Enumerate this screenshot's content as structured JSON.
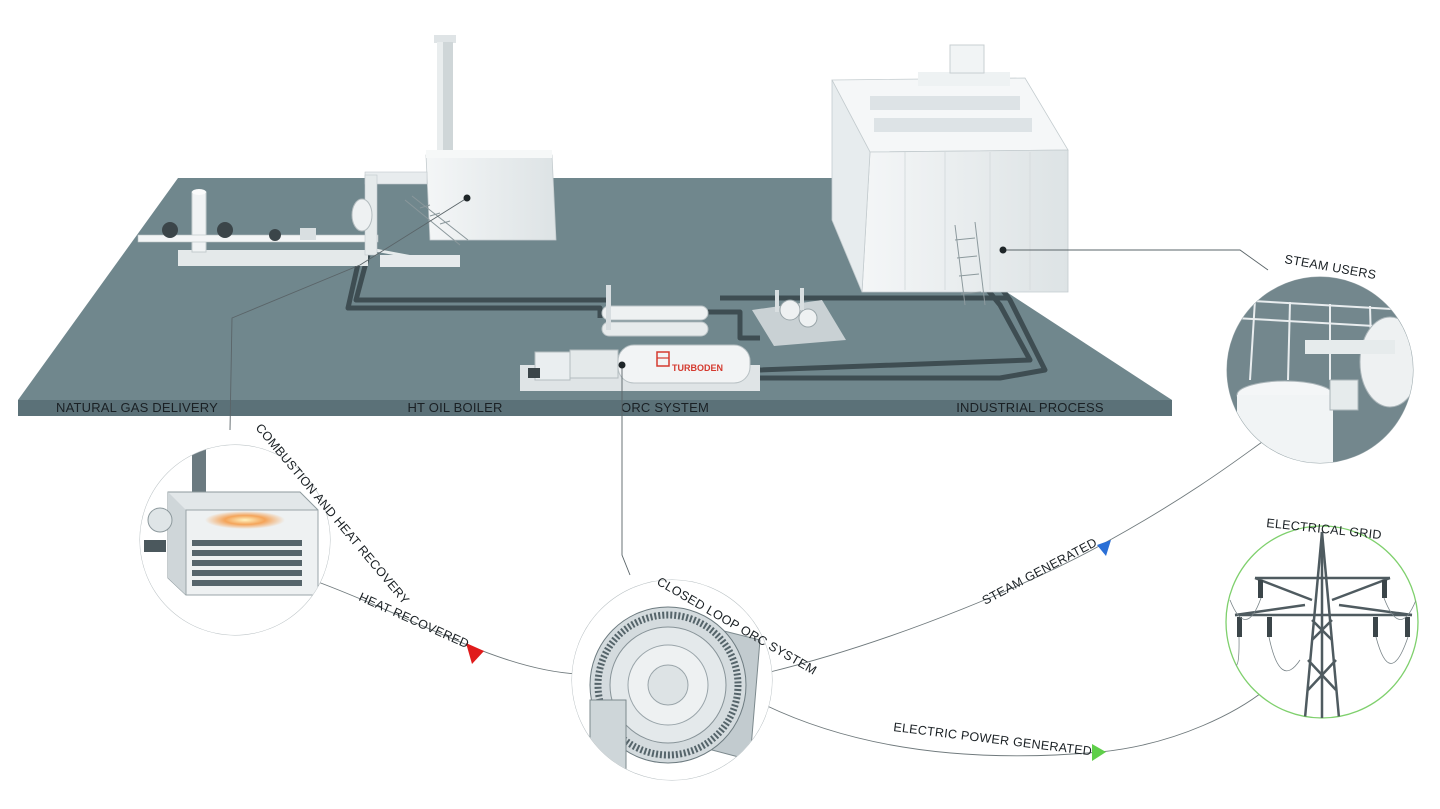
{
  "platform_labels": {
    "natural_gas": "NATURAL GAS DELIVERY",
    "boiler": "HT OIL BOILER",
    "orc": "ORC SYSTEM",
    "industrial": "INDUSTRIAL PROCESS"
  },
  "brand": "TURBODEN",
  "callouts": {
    "steam_users": "STEAM USERS",
    "combustion": "COMBUSTION AND HEAT RECOVERY",
    "closed_loop": "CLOSED LOOP ORC SYSTEM",
    "electrical_grid": "ELECTRICAL GRID"
  },
  "flows": {
    "heat_recovered": "HEAT RECOVERED",
    "steam_generated": "STEAM GENERATED",
    "electric_power": "ELECTRIC POWER GENERATED"
  },
  "colors": {
    "platform_top": "#70878d",
    "platform_side": "#5b7178",
    "equipment": "#eef1f2",
    "heat_arrow": "#e01b1b",
    "steam_arrow": "#2a6fd6",
    "power_arrow": "#5fcf4a",
    "grid_ring": "#7fd06d",
    "brand_red": "#d43a2f"
  }
}
